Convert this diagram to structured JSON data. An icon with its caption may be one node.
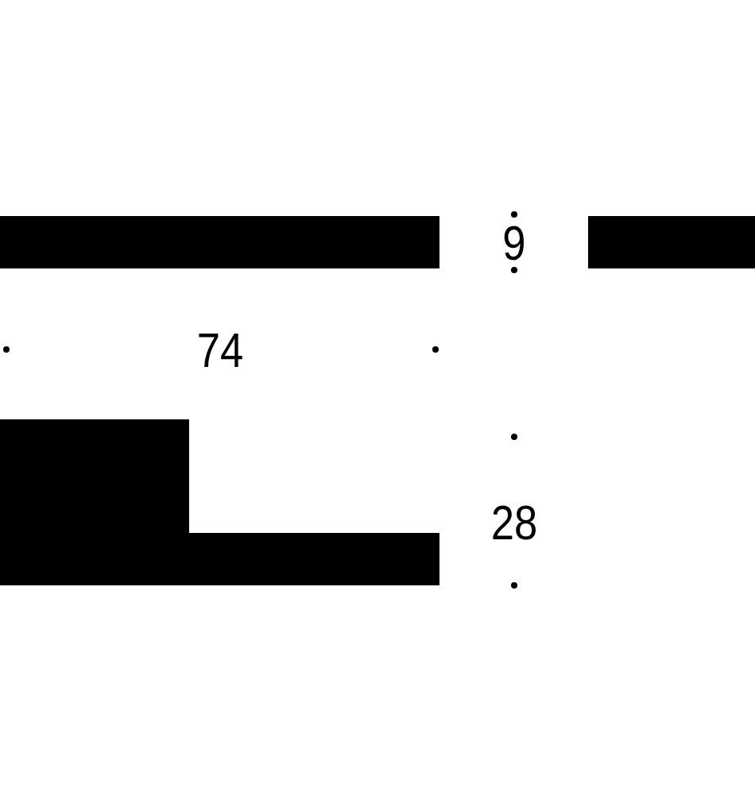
{
  "diagram": {
    "labels": [
      "9",
      "74",
      "28"
    ]
  }
}
